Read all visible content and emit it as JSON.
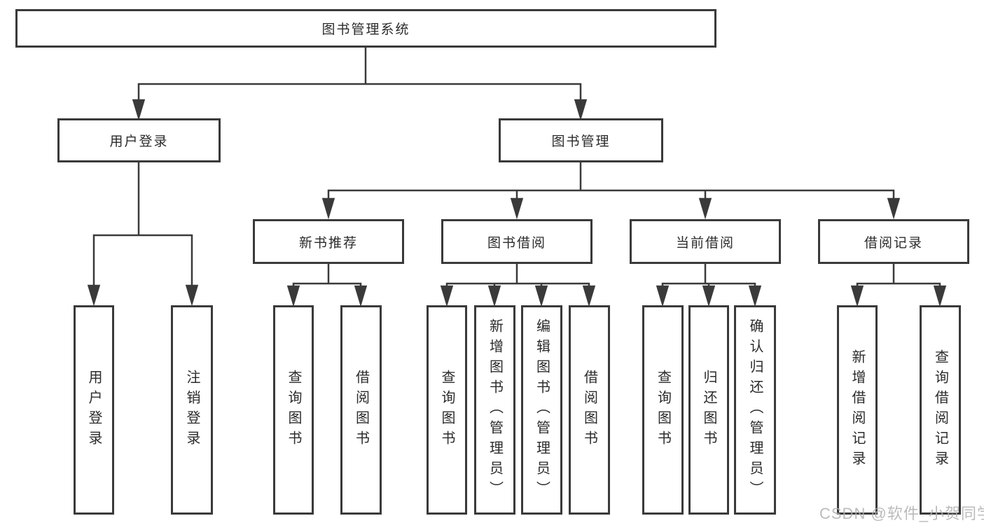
{
  "diagram": {
    "root": {
      "label": "图书管理系统"
    },
    "children": [
      {
        "label": "用户登录",
        "children": [
          {
            "label": "用户登录"
          },
          {
            "label": "注销登录"
          }
        ]
      },
      {
        "label": "图书管理",
        "children": [
          {
            "label": "新书推荐",
            "children": [
              {
                "label": "查询图书"
              },
              {
                "label": "借阅图书"
              }
            ]
          },
          {
            "label": "图书借阅",
            "children": [
              {
                "label": "查询图书"
              },
              {
                "label": "新增图书（管理员）"
              },
              {
                "label": "编辑图书（管理员）"
              },
              {
                "label": "借阅图书"
              }
            ]
          },
          {
            "label": "当前借阅",
            "children": [
              {
                "label": "查询图书"
              },
              {
                "label": "归还图书"
              },
              {
                "label": "确认归还（管理员）"
              }
            ]
          },
          {
            "label": "借阅记录",
            "children": [
              {
                "label": "新增借阅记录"
              },
              {
                "label": "查询借阅记录"
              }
            ]
          }
        ]
      }
    ]
  },
  "watermark": {
    "text": "CSDN @软件_小贺同学"
  },
  "colors": {
    "line": "#3a3a3a",
    "text": "#2b2b2b",
    "watermark": "#b0b0b0",
    "background": "#ffffff"
  }
}
